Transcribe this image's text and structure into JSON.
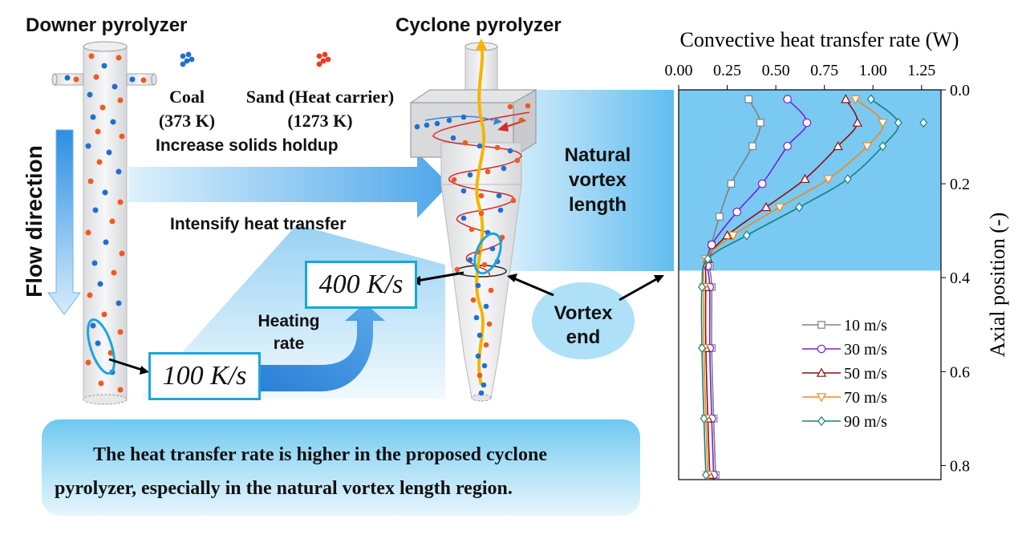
{
  "downer": {
    "title": "Downer pyrolyzer",
    "flow_label": "Flow direction"
  },
  "cyclone": {
    "title": "Cyclone pyrolyzer"
  },
  "legend_particles": {
    "coal_label": "Coal",
    "coal_temp": "(373 K)",
    "sand_label": "Sand (Heat carrier)",
    "sand_temp": "(1273 K)",
    "coal_color": "#1f6fd1",
    "sand_color": "#ee3b22"
  },
  "arrows": {
    "increase_holdup": "Increase solids holdup",
    "intensify": "Intensify heat transfer",
    "heating_rate_line1": "Heating",
    "heating_rate_line2": "rate"
  },
  "rates": {
    "low": "100 K/s",
    "high": "400 K/s"
  },
  "annotations": {
    "natural_line1": "Natural",
    "natural_line2": "vortex",
    "natural_line3": "length",
    "vortex_line1": "Vortex",
    "vortex_line2": "end"
  },
  "summary": {
    "line1": "The heat transfer rate is higher in the proposed cyclone",
    "line2": "pyrolyzer, especially in the natural vortex length region."
  },
  "chart_data": {
    "type": "line",
    "title": "",
    "xlabel": "Convective heat transfer rate (W)",
    "ylabel": "Axial position (-)",
    "xlim": [
      0,
      1.35
    ],
    "ylim": [
      0,
      0.83
    ],
    "xticks": [
      "0.00",
      "0.25",
      "0.50",
      "0.75",
      "1.00",
      "1.25"
    ],
    "yticks": [
      "0.0",
      "0.2",
      "0.4",
      "0.6",
      "0.8"
    ],
    "shaded_region": [
      0,
      0.385
    ],
    "legend_position": "lower-right",
    "series": [
      {
        "name": "10 m/s",
        "color": "#808080",
        "marker": "square",
        "points": [
          [
            0.36,
            0.02
          ],
          [
            0.42,
            0.07
          ],
          [
            0.38,
            0.12
          ],
          [
            0.27,
            0.2
          ],
          [
            0.21,
            0.27
          ],
          [
            0.17,
            0.33
          ],
          [
            0.16,
            0.375
          ],
          [
            0.17,
            0.42
          ],
          [
            0.17,
            0.55
          ],
          [
            0.18,
            0.7
          ],
          [
            0.19,
            0.82
          ]
        ]
      },
      {
        "name": "30 m/s",
        "color": "#7a1fd6",
        "marker": "circle",
        "points": [
          [
            0.56,
            0.02
          ],
          [
            0.66,
            0.07
          ],
          [
            0.56,
            0.12
          ],
          [
            0.43,
            0.2
          ],
          [
            0.3,
            0.26
          ],
          [
            0.17,
            0.33
          ],
          [
            0.15,
            0.375
          ],
          [
            0.16,
            0.42
          ],
          [
            0.16,
            0.55
          ],
          [
            0.17,
            0.7
          ],
          [
            0.18,
            0.82
          ]
        ]
      },
      {
        "name": "50 m/s",
        "color": "#8b1010",
        "marker": "triangle",
        "points": [
          [
            0.86,
            0.02
          ],
          [
            0.92,
            0.07
          ],
          [
            0.82,
            0.12
          ],
          [
            0.65,
            0.19
          ],
          [
            0.45,
            0.25
          ],
          [
            0.25,
            0.31
          ],
          [
            0.15,
            0.36
          ],
          [
            0.14,
            0.42
          ],
          [
            0.14,
            0.55
          ],
          [
            0.15,
            0.7
          ],
          [
            0.16,
            0.82
          ]
        ]
      },
      {
        "name": "70 m/s",
        "color": "#f08a18",
        "marker": "triangle-down",
        "points": [
          [
            0.91,
            0.02
          ],
          [
            1.05,
            0.07
          ],
          [
            0.97,
            0.12
          ],
          [
            0.77,
            0.19
          ],
          [
            0.52,
            0.25
          ],
          [
            0.28,
            0.31
          ],
          [
            0.14,
            0.36
          ],
          [
            0.13,
            0.42
          ],
          [
            0.13,
            0.55
          ],
          [
            0.14,
            0.7
          ],
          [
            0.15,
            0.82
          ]
        ]
      },
      {
        "name": "90 m/s",
        "color": "#188080",
        "marker": "diamond",
        "points": [
          [
            0.99,
            0.02
          ],
          [
            1.13,
            0.07
          ],
          [
            1.05,
            0.12
          ],
          [
            0.87,
            0.19
          ],
          [
            0.62,
            0.25
          ],
          [
            0.35,
            0.31
          ],
          [
            0.15,
            0.36
          ],
          [
            0.12,
            0.42
          ],
          [
            0.12,
            0.55
          ],
          [
            0.13,
            0.7
          ],
          [
            0.14,
            0.82
          ]
        ]
      }
    ],
    "extra_points": [
      [
        1.26,
        0.07
      ]
    ]
  }
}
